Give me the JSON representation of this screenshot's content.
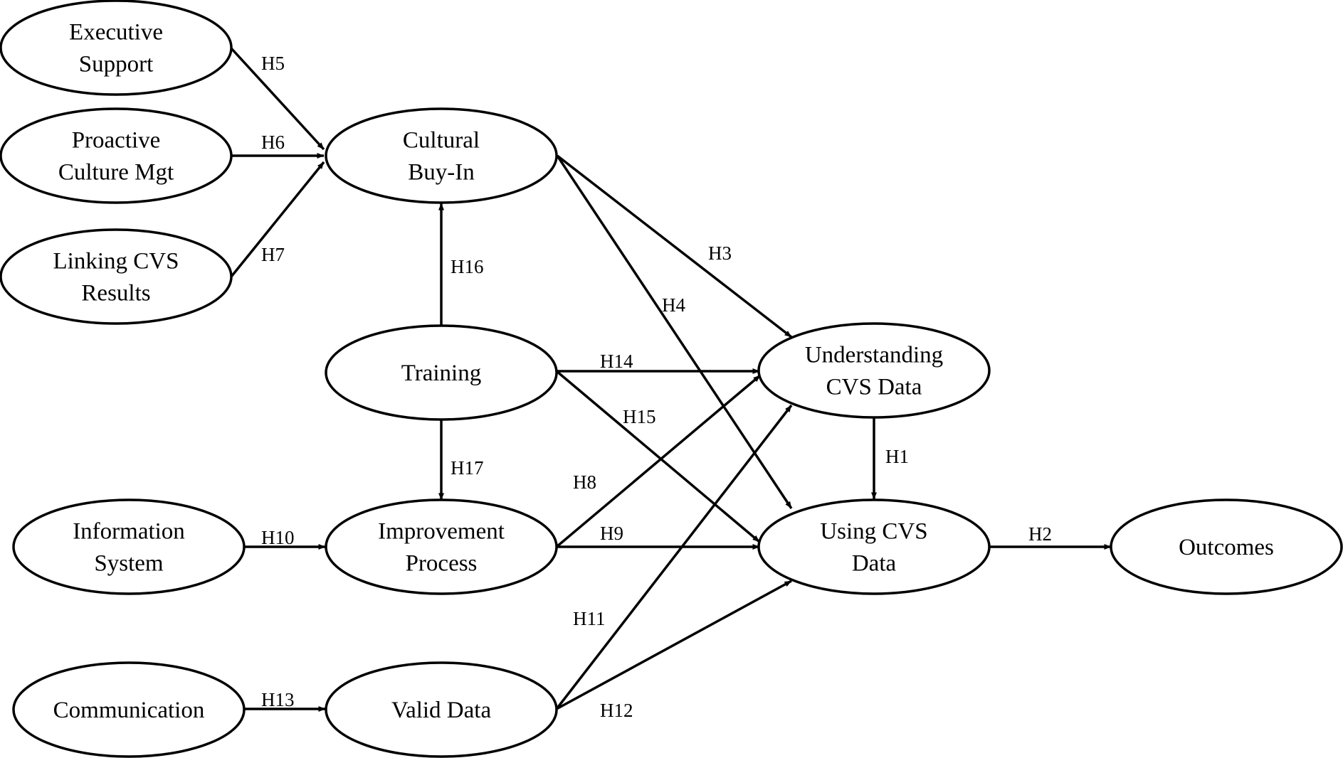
{
  "diagram": {
    "type": "structural-model",
    "nodes": [
      {
        "id": "executive_support",
        "lines": [
          "Executive",
          "Support"
        ]
      },
      {
        "id": "proactive_culture_mgt",
        "lines": [
          "Proactive",
          "Culture Mgt"
        ]
      },
      {
        "id": "linking_cvs_results",
        "lines": [
          "Linking CVS",
          "Results"
        ]
      },
      {
        "id": "cultural_buy_in",
        "lines": [
          "Cultural",
          "Buy-In"
        ]
      },
      {
        "id": "training",
        "lines": [
          "Training"
        ]
      },
      {
        "id": "information_system",
        "lines": [
          "Information",
          "System"
        ]
      },
      {
        "id": "improvement_process",
        "lines": [
          "Improvement",
          "Process"
        ]
      },
      {
        "id": "communication",
        "lines": [
          "Communication"
        ]
      },
      {
        "id": "valid_data",
        "lines": [
          "Valid Data"
        ]
      },
      {
        "id": "understanding_cvs_data",
        "lines": [
          "Understanding",
          "CVS Data"
        ]
      },
      {
        "id": "using_cvs_data",
        "lines": [
          "Using CVS",
          "Data"
        ]
      },
      {
        "id": "outcomes",
        "lines": [
          "Outcomes"
        ]
      }
    ],
    "edges": [
      {
        "label": "H1",
        "from": "understanding_cvs_data",
        "to": "using_cvs_data"
      },
      {
        "label": "H2",
        "from": "using_cvs_data",
        "to": "outcomes"
      },
      {
        "label": "H3",
        "from": "cultural_buy_in",
        "to": "understanding_cvs_data"
      },
      {
        "label": "H4",
        "from": "cultural_buy_in",
        "to": "using_cvs_data"
      },
      {
        "label": "H5",
        "from": "executive_support",
        "to": "cultural_buy_in"
      },
      {
        "label": "H6",
        "from": "proactive_culture_mgt",
        "to": "cultural_buy_in"
      },
      {
        "label": "H7",
        "from": "linking_cvs_results",
        "to": "cultural_buy_in"
      },
      {
        "label": "H8",
        "from": "improvement_process",
        "to": "understanding_cvs_data"
      },
      {
        "label": "H9",
        "from": "improvement_process",
        "to": "using_cvs_data"
      },
      {
        "label": "H10",
        "from": "information_system",
        "to": "improvement_process"
      },
      {
        "label": "H11",
        "from": "valid_data",
        "to": "understanding_cvs_data"
      },
      {
        "label": "H12",
        "from": "valid_data",
        "to": "using_cvs_data"
      },
      {
        "label": "H13",
        "from": "communication",
        "to": "valid_data"
      },
      {
        "label": "H14",
        "from": "training",
        "to": "understanding_cvs_data"
      },
      {
        "label": "H15",
        "from": "training",
        "to": "using_cvs_data"
      },
      {
        "label": "H16",
        "from": "training",
        "to": "cultural_buy_in"
      },
      {
        "label": "H17",
        "from": "training",
        "to": "improvement_process"
      }
    ]
  }
}
